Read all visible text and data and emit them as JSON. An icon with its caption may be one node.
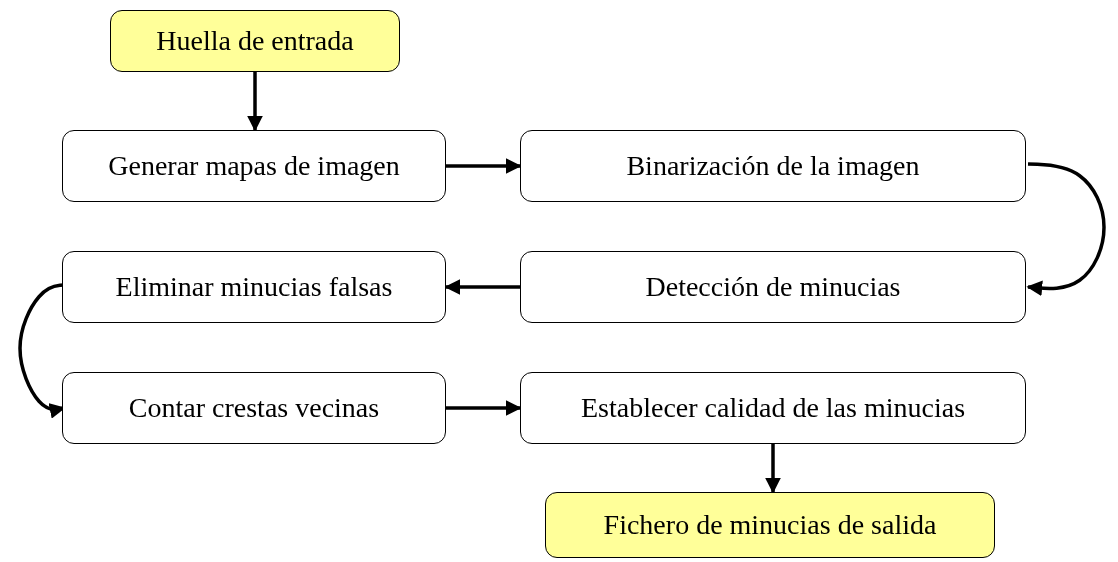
{
  "diagram": {
    "nodes": [
      {
        "text": [
          "Huella de entrada"
        ]
      },
      {
        "text": [
          "Generar mapas de imagen"
        ]
      },
      {
        "text": [
          "Binarización de la imagen"
        ]
      },
      {
        "text": [
          "Detección de minucias"
        ]
      },
      {
        "text": [
          "Eliminar minucias falsas"
        ]
      },
      {
        "text": [
          "Contar crestas vecinas"
        ]
      },
      {
        "text": [
          "Establecer calidad de las minucias"
        ]
      },
      {
        "text": [
          "Fichero de minucias de salida"
        ]
      }
    ],
    "edges": [
      {
        "from": 0,
        "to": 1,
        "arrow": "to"
      },
      {
        "from": 1,
        "to": 2,
        "arrow": "to"
      },
      {
        "from": 2,
        "to": 3,
        "arrow": "to"
      },
      {
        "from": 3,
        "to": 4,
        "arrow": "to"
      },
      {
        "from": 4,
        "to": 5,
        "arrow": "to"
      },
      {
        "from": 5,
        "to": 6,
        "arrow": "to"
      },
      {
        "from": 6,
        "to": 7,
        "arrow": "to"
      }
    ]
  }
}
